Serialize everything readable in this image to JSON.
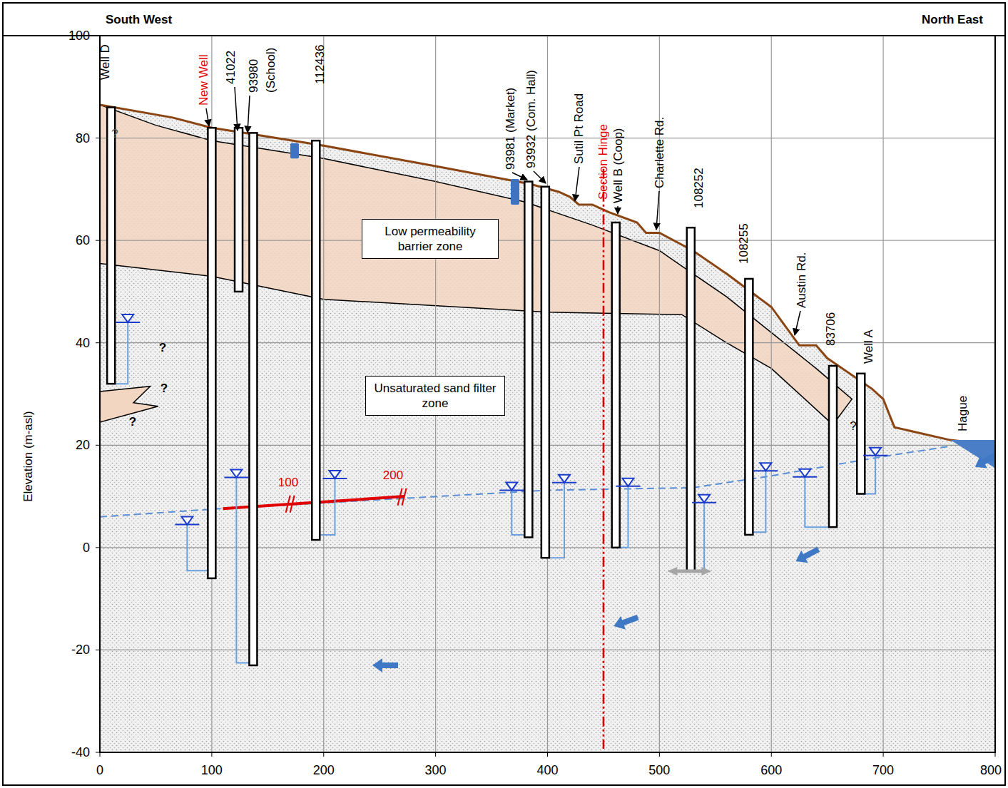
{
  "diagram": {
    "nodes": [
      {
        "text": [
          "Low permeability barrier zone"
        ]
      },
      {
        "text": [
          "Unsaturated sand filter zone"
        ]
      }
    ],
    "edges": [],
    "labels": [
      "South West",
      "North East",
      "Elevation (m-asl)",
      "100",
      "80",
      "60",
      "40",
      "20",
      "0",
      "-20",
      "-40",
      "0",
      "100",
      "200",
      "300",
      "400",
      "500",
      "600",
      "700",
      "800",
      "Well D",
      "New Well",
      "41022",
      "93980",
      "(School)",
      "112436",
      "93981 (Market)",
      "93932 (Com. Hall)",
      "Sutil Pt Road",
      "Section Hinge",
      "Well B (Coop)",
      "Charlette Rd.",
      "108252",
      "108255",
      "Austin Rd.",
      "83706",
      "Well A",
      "Hague",
      "?",
      "?",
      "?",
      "?",
      "?",
      "100",
      "200"
    ]
  }
}
